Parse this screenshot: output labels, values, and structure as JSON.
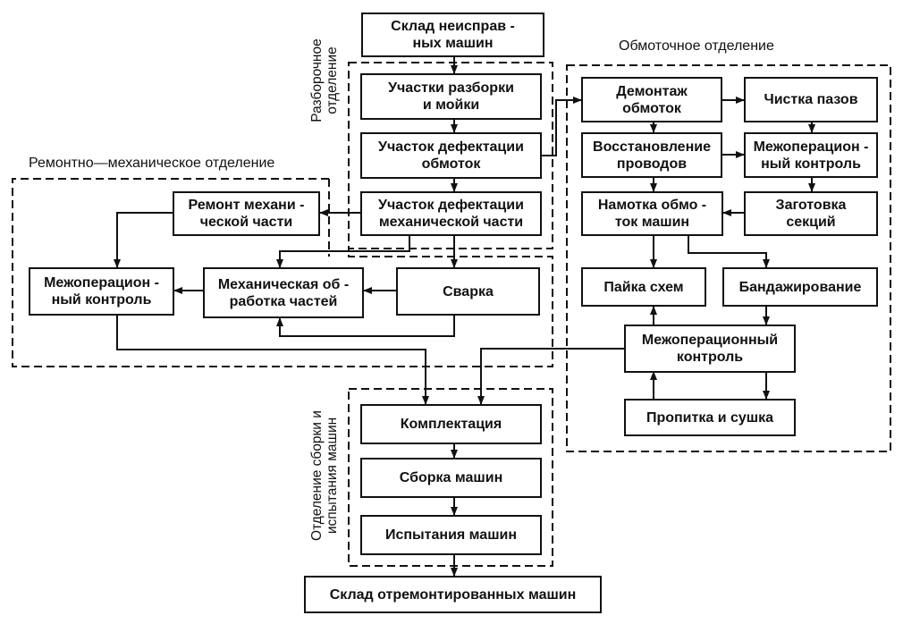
{
  "departments": {
    "disassembly": "Разборочное\nотделение",
    "repair_mech": "Ремонтно—механическое  отделение",
    "winding": "Обмоточное отделение",
    "assembly": "Отделение сборки и\nиспытания машин"
  },
  "blocks": {
    "faulty_store": "Склад неисправ -\nных   машин",
    "disassembly_washing": "Участки разборки\nи мойки",
    "defect_windings": "Участок дефектации\nобмоток",
    "defect_mech": "Участок дефектации\nмеханической части",
    "repair_mech_part": "Ремонт механи -\nческой части",
    "interop_control_mech": "Межоперацион -\nный контроль",
    "mech_processing": "Механическая об -\nработка частей",
    "welding": "Сварка",
    "dismantle_windings": "Демонтаж\nобмоток",
    "slot_cleaning": "Чистка пазов",
    "wire_restoration": "Восстановление\nпроводов",
    "interop_control_wire": "Межоперацион -\nный контроль",
    "winding_machines": "Намотка обмо -\nток машин",
    "section_prep": "Заготовка\nсекций",
    "circuit_soldering": "Пайка схем",
    "banding": "Бандажирование",
    "interop_control_main": "Межоперационный\nконтроль",
    "impregnation_drying": "Пропитка и сушка",
    "kitting": "Комплектация",
    "machine_assembly": "Сборка машин",
    "machine_testing": "Испытания машин",
    "repaired_store": "Склад отремонтированных машин"
  }
}
